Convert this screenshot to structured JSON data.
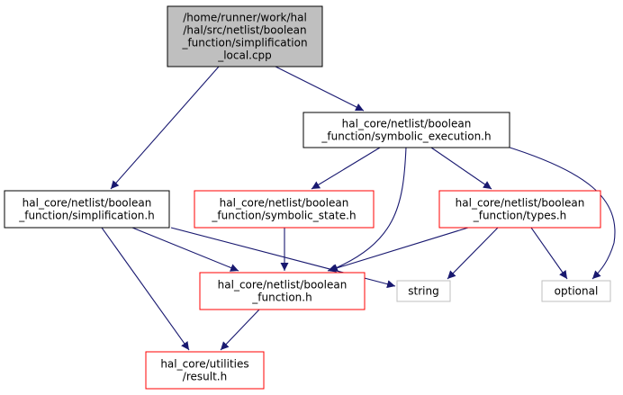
{
  "colors": {
    "edge": "#191970",
    "root_fill": "#bfbfbf",
    "root_border": "#000000",
    "internal_border": "#ff0000",
    "plain_border": "#000000",
    "external_border": "#bfbfbf"
  },
  "nodes": [
    {
      "id": "root",
      "kind": "root",
      "lines": [
        "/home/runner/work/hal",
        "/hal/src/netlist/boolean",
        "_function/simplification",
        "_local.cpp"
      ]
    },
    {
      "id": "symbolic_execution",
      "kind": "plain",
      "lines": [
        "hal_core/netlist/boolean",
        "_function/symbolic_execution.h"
      ]
    },
    {
      "id": "simplification",
      "kind": "plain",
      "lines": [
        "hal_core/netlist/boolean",
        "_function/simplification.h"
      ]
    },
    {
      "id": "symbolic_state",
      "kind": "internal",
      "lines": [
        "hal_core/netlist/boolean",
        "_function/symbolic_state.h"
      ]
    },
    {
      "id": "types",
      "kind": "internal",
      "lines": [
        "hal_core/netlist/boolean",
        "_function/types.h"
      ]
    },
    {
      "id": "boolean_function",
      "kind": "internal",
      "lines": [
        "hal_core/netlist/boolean",
        "_function.h"
      ]
    },
    {
      "id": "string",
      "kind": "external",
      "lines": [
        "string"
      ]
    },
    {
      "id": "optional",
      "kind": "external",
      "lines": [
        "optional"
      ]
    },
    {
      "id": "result",
      "kind": "internal",
      "lines": [
        "hal_core/utilities",
        "/result.h"
      ]
    }
  ],
  "edges": [
    {
      "from": "root",
      "to": "symbolic_execution"
    },
    {
      "from": "root",
      "to": "simplification"
    },
    {
      "from": "symbolic_execution",
      "to": "symbolic_state"
    },
    {
      "from": "symbolic_execution",
      "to": "types"
    },
    {
      "from": "symbolic_execution",
      "to": "boolean_function"
    },
    {
      "from": "symbolic_execution",
      "to": "optional"
    },
    {
      "from": "simplification",
      "to": "boolean_function"
    },
    {
      "from": "simplification",
      "to": "string"
    },
    {
      "from": "simplification",
      "to": "result"
    },
    {
      "from": "symbolic_state",
      "to": "boolean_function"
    },
    {
      "from": "types",
      "to": "boolean_function"
    },
    {
      "from": "types",
      "to": "string"
    },
    {
      "from": "types",
      "to": "optional"
    },
    {
      "from": "boolean_function",
      "to": "result"
    }
  ]
}
